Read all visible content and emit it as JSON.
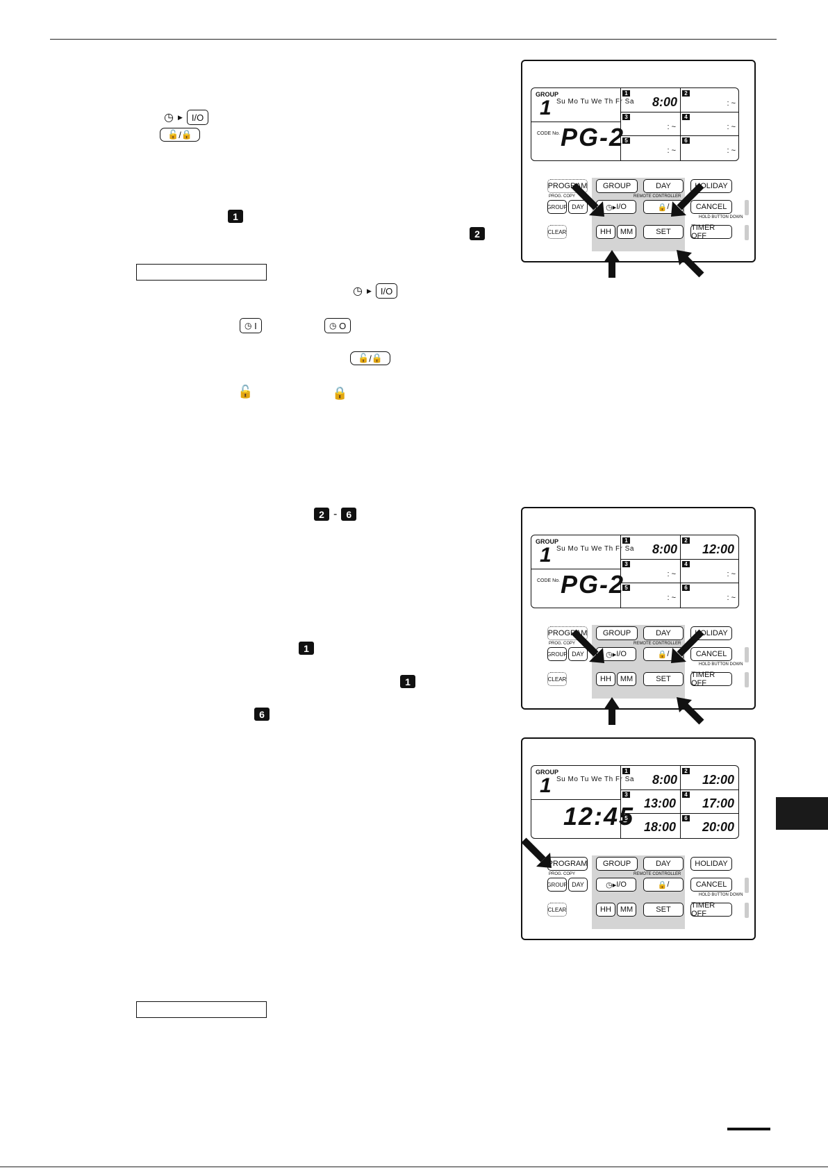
{
  "labels": {
    "clock_io": "I/O",
    "lock_key": "/",
    "timer_on": "I",
    "timer_off": "O"
  },
  "panels": [
    {
      "group_label": "GROUP",
      "group_number": "1",
      "days": "Su Mo Tu We Th Fr Sa",
      "code_label": "CODE No.",
      "main_display": "PG-2",
      "slots": [
        {
          "num": "1",
          "time": "8:00"
        },
        {
          "num": "2",
          "time": ""
        },
        {
          "num": "3",
          "time": ""
        },
        {
          "num": "4",
          "time": ""
        },
        {
          "num": "5",
          "time": ""
        },
        {
          "num": "6",
          "time": ""
        }
      ]
    },
    {
      "group_label": "GROUP",
      "group_number": "1",
      "days": "Su Mo Tu We Th Fr Sa",
      "code_label": "CODE No.",
      "main_display": "PG-2",
      "slots": [
        {
          "num": "1",
          "time": "8:00"
        },
        {
          "num": "2",
          "time": "12:00"
        },
        {
          "num": "3",
          "time": ""
        },
        {
          "num": "4",
          "time": ""
        },
        {
          "num": "5",
          "time": ""
        },
        {
          "num": "6",
          "time": ""
        }
      ]
    },
    {
      "group_label": "GROUP",
      "group_number": "1",
      "days": "Su Mo Tu We Th Fr Sa",
      "code_label": "",
      "main_display": "12:45",
      "slots": [
        {
          "num": "1",
          "time": "8:00"
        },
        {
          "num": "2",
          "time": "12:00"
        },
        {
          "num": "3",
          "time": "13:00"
        },
        {
          "num": "4",
          "time": "17:00"
        },
        {
          "num": "5",
          "time": "18:00"
        },
        {
          "num": "6",
          "time": "20:00"
        }
      ]
    }
  ],
  "keys": {
    "program": "PROGRAM",
    "group": "GROUP",
    "day": "DAY",
    "holiday": "HOLIDAY",
    "prog_copy": "PROG. COPY",
    "group_small": "GROUP",
    "day_small": "DAY",
    "remote_controller": "REMOTE CONTROLLER",
    "cancel": "CANCEL",
    "hold_button_down": "HOLD BUTTON DOWN",
    "clear": "CLEAR",
    "hh": "HH",
    "mm": "MM",
    "set": "SET",
    "timer_off": "TIMER OFF"
  },
  "numbers": {
    "n1": "1",
    "n2": "2",
    "n6": "6"
  }
}
